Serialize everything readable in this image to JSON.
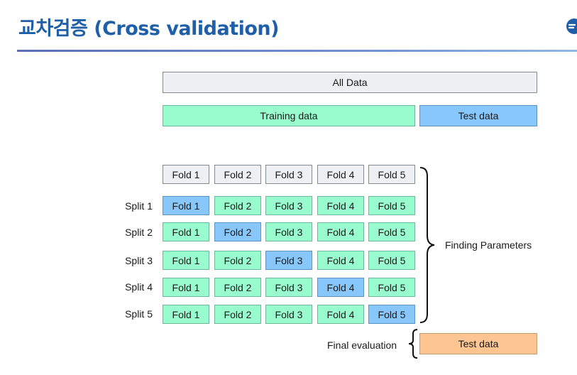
{
  "slide": {
    "title": "교차검증 (Cross validation)"
  },
  "top": {
    "all_data": "All Data",
    "training_data": "Training data",
    "test_data": "Test data"
  },
  "header_folds": [
    "Fold 1",
    "Fold 2",
    "Fold 3",
    "Fold 4",
    "Fold 5"
  ],
  "splits": [
    {
      "label": "Split 1",
      "folds": [
        "Fold 1",
        "Fold 2",
        "Fold 3",
        "Fold 4",
        "Fold 5"
      ]
    },
    {
      "label": "Split 2",
      "folds": [
        "Fold 1",
        "Fold 2",
        "Fold 3",
        "Fold 4",
        "Fold 5"
      ]
    },
    {
      "label": "Split 3",
      "folds": [
        "Fold 1",
        "Fold 2",
        "Fold 3",
        "Fold 4",
        "Fold 5"
      ]
    },
    {
      "label": "Split 4",
      "folds": [
        "Fold 1",
        "Fold 2",
        "Fold 3",
        "Fold 4",
        "Fold 5"
      ]
    },
    {
      "label": "Split 5",
      "folds": [
        "Fold 1",
        "Fold 2",
        "Fold 3",
        "Fold 4",
        "Fold 5"
      ]
    }
  ],
  "finding_parameters": "Finding Parameters",
  "final": {
    "label": "Final evaluation",
    "test_data": "Test data"
  },
  "colors": {
    "title": "#1f5fa8",
    "train": "#99fccf",
    "test": "#87c7fb",
    "header": "#eef0f3",
    "final_test": "#fcc591"
  }
}
